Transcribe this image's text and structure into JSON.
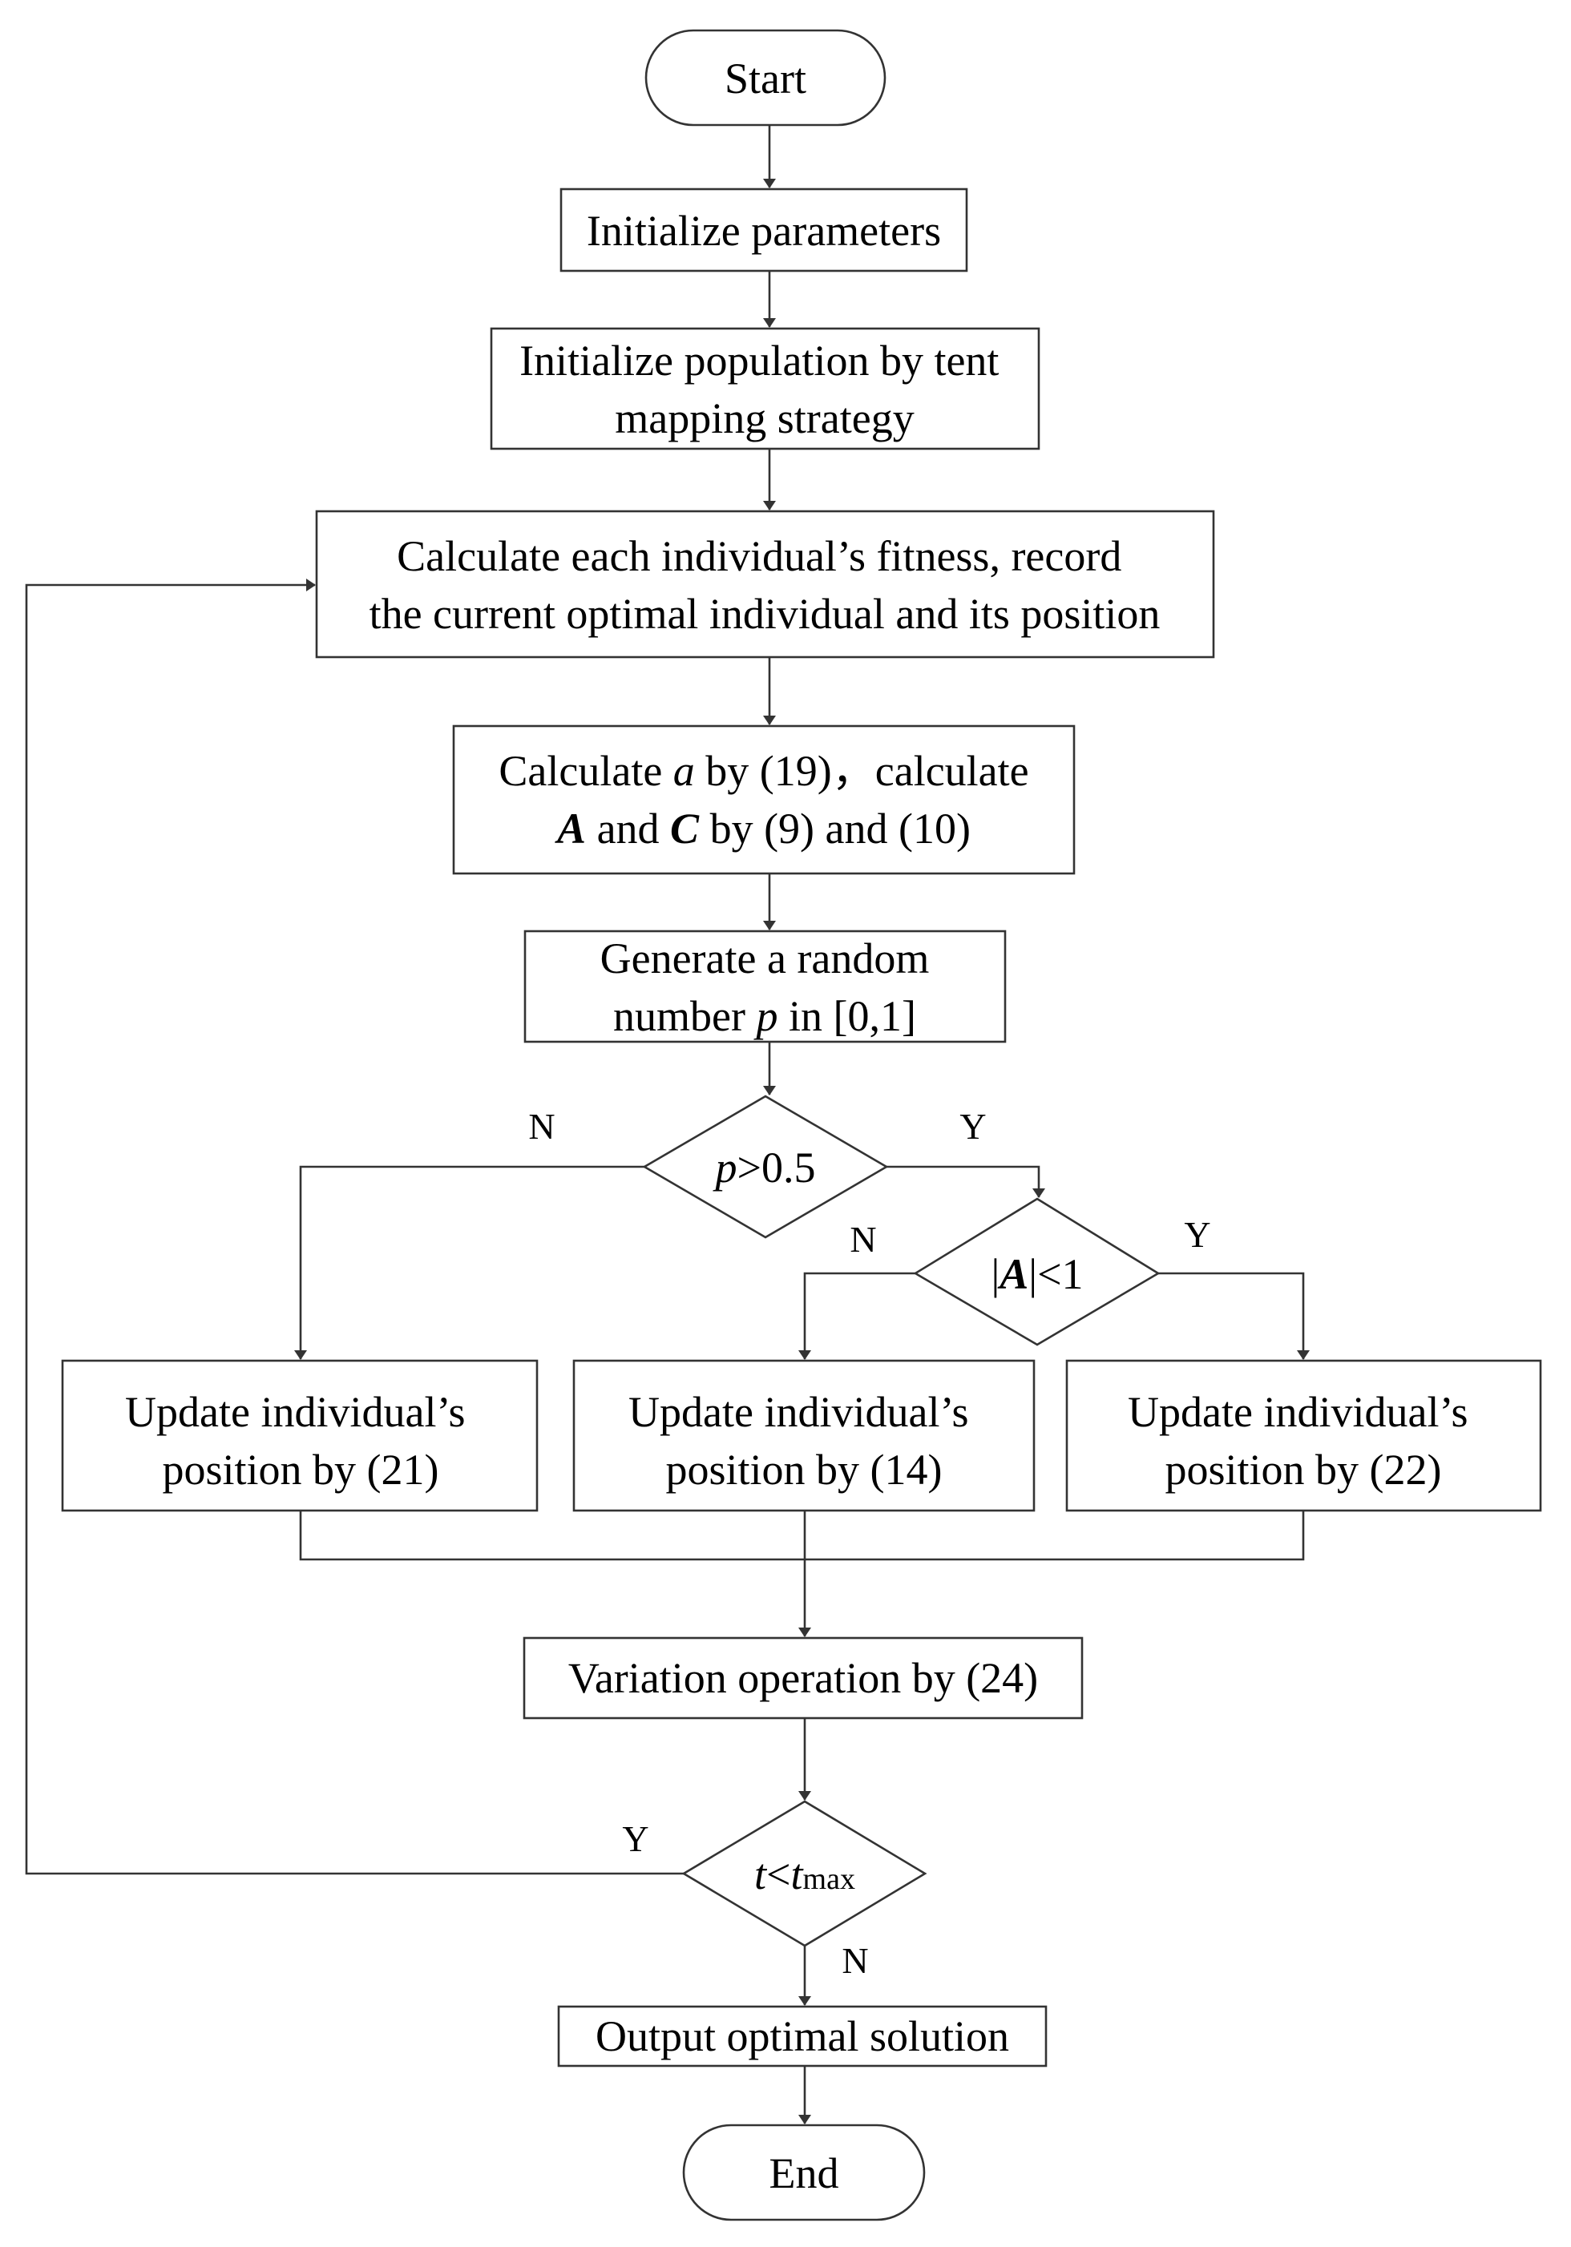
{
  "nodes": {
    "start": "Start",
    "init_params": "Initialize parameters",
    "init_pop": [
      "Initialize population by tent",
      "mapping strategy"
    ],
    "fitness": [
      "Calculate each individual’s fitness, record",
      "the current optimal individual and its position"
    ],
    "calc_a": {
      "line1_pre": "Calculate ",
      "line1_var": "a",
      "line1_post": " by (19)，calculate",
      "line2_var1": "A",
      "line2_mid": " and ",
      "line2_var2": "C",
      "line2_post": " by (9) and (10)"
    },
    "random": {
      "line1": "Generate a random",
      "line2_pre": "number ",
      "line2_var": "p",
      "line2_post": " in [0,1]"
    },
    "decision_p": {
      "var": "p",
      "rest": ">0.5"
    },
    "decision_a": {
      "pre": "|",
      "var": "A",
      "post": "|<1"
    },
    "update_21": [
      "Update individual’s",
      "position by (21)"
    ],
    "update_14": [
      "Update individual’s",
      "position by  (14)"
    ],
    "update_22": [
      "Update individual’s",
      "position by  (22)"
    ],
    "variation": "Variation operation by  (24)",
    "decision_t": {
      "var": "t",
      "op": "<",
      "var2": "t",
      "sub": "max"
    },
    "output": "Output optimal solution",
    "end": "End"
  },
  "edge_labels": {
    "p_no": "N",
    "p_yes": "Y",
    "a_no": "N",
    "a_yes": "Y",
    "t_yes": "Y",
    "t_no": "N"
  }
}
